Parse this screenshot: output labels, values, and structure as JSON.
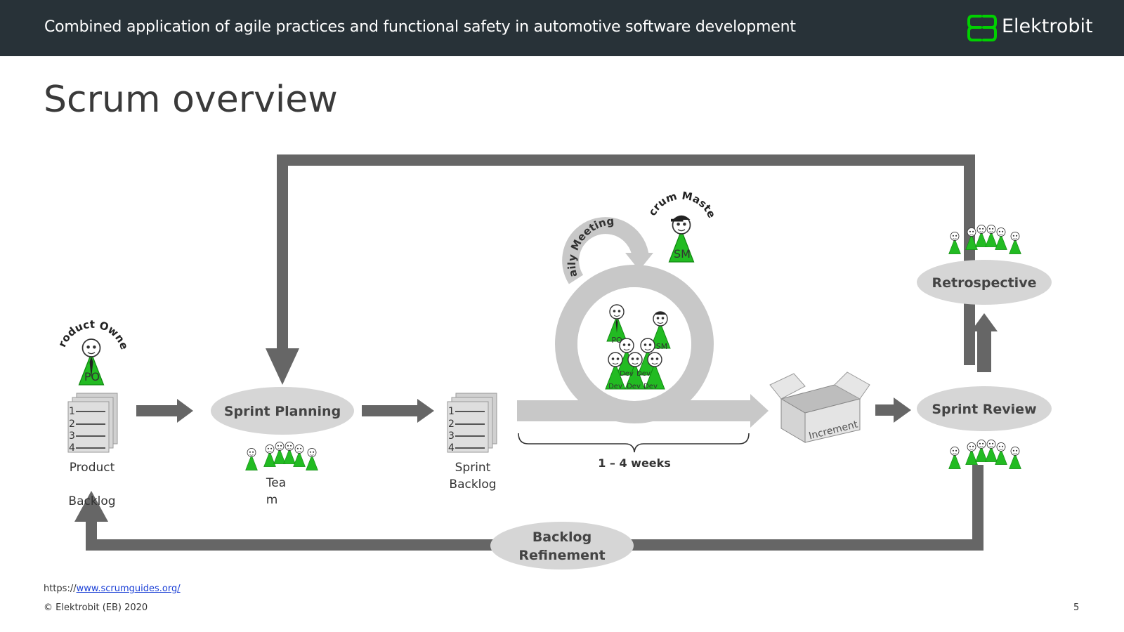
{
  "header": {
    "title": "Combined application of agile practices and functional safety in automotive software development",
    "logo_text": "Elektrobit",
    "logo_icon": "eb-logo-icon"
  },
  "page_title": "Scrum overview",
  "diagram": {
    "product_owner_arc": "Product Owner",
    "po_badge": "PO",
    "product_backlog_line1": "Product",
    "product_backlog_line2": "Backlog",
    "backlog_numbers": [
      "1",
      "2",
      "3",
      "4"
    ],
    "sprint_planning": "Sprint Planning",
    "team_line1": "Tea",
    "team_line2": "m",
    "sprint_backlog_line1": "Sprint",
    "sprint_backlog_line2": "Backlog",
    "daily_meetings": "Daily Meetings",
    "scrum_master_arc": "Scrum Master",
    "sm_badge": "SM",
    "dev_badge": "Dev",
    "duration": "1 – 4 weeks",
    "increment": "Increment",
    "sprint_review": "Sprint Review",
    "retrospective": "Retrospective",
    "backlog_refinement_line1": "Backlog",
    "backlog_refinement_line2": "Refinement"
  },
  "footer": {
    "source_prefix": "https://",
    "source_link": "www.scrumguides.org/",
    "copyright": "© Elektrobit (EB) 2020",
    "page_number": "5"
  },
  "colors": {
    "header_bg": "#283238",
    "brand_green": "#00c800",
    "figure_green": "#22bb22",
    "arrow_gray": "#666666",
    "light_gray": "#c8c8c8",
    "ellipse_gray": "#d6d6d6"
  }
}
